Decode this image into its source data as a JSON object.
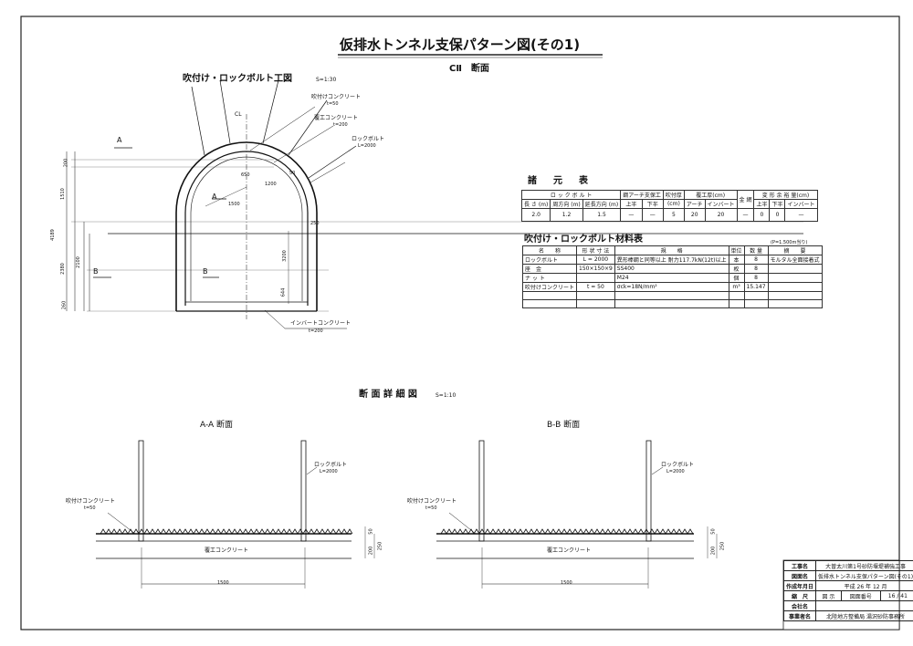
{
  "sheet_title": "仮排水トンネル支保パターン図(その1)",
  "section_label": "CⅡ　断面",
  "top_drawing": {
    "title": "吹付け・ロックボルト工図",
    "scale": "S=1:30",
    "labels": {
      "shotcrete": "吹付けコンクリート",
      "shotcrete_t": "t=50",
      "lining": "覆工コンクリート",
      "lining_t": "t=200",
      "rockbolt": "ロックボルト",
      "rockbolt_l": "L=2000",
      "invert": "インバートコンクリート",
      "invert_t": "t=200",
      "sec_a": "A",
      "sec_b": "B",
      "cl": "CL"
    },
    "dims": {
      "d650": "650",
      "d1200": "1200",
      "d1500": "1500",
      "d1510": "1510",
      "d4189": "4189",
      "d2100": "2100",
      "d2380": "2380",
      "d3200": "3200",
      "d644": "644",
      "d260": "260",
      "d200": "200",
      "d250": "250",
      "d50": "50"
    }
  },
  "spec_table": {
    "title": "諸　元　表",
    "h_rockbolt": "ロ ッ ク ボ ル ト",
    "h_steel": "鋼アーチ支保工",
    "h_shot": "吹付厚",
    "h_lining": "覆工厚(cm)",
    "h_mesh": "金 網",
    "h_deform": "変 形 余 裕 量(cm)",
    "sub": [
      "長 さ (m)",
      "周方向 (m)",
      "延長方向 (m)",
      "上半",
      "下半",
      "(cm)",
      "アーチ",
      "インバート",
      "",
      "上半",
      "下半",
      "インバート"
    ],
    "vals": [
      "2.0",
      "1.2",
      "1.5",
      "—",
      "—",
      "5",
      "20",
      "20",
      "—",
      "0",
      "0",
      "—"
    ]
  },
  "material_table": {
    "title": "吹付け・ロックボルト材料表",
    "note": "(P=1.500m当り)",
    "headers": [
      "名　　称",
      "形 状 寸 法",
      "規　　格",
      "単位",
      "数 量",
      "摘　　要"
    ],
    "rows": [
      [
        "ロックボルト",
        "L = 2000",
        "異形棒鋼と同等以上 耐力117.7kN(12t)以上",
        "本",
        "8",
        "モルタル全面接着式"
      ],
      [
        "座　金",
        "150×150×9",
        "SS400",
        "枚",
        "8",
        ""
      ],
      [
        "ナ ッ ト",
        "",
        "M24",
        "個",
        "8",
        ""
      ],
      [
        "吹付けコンクリート",
        "t = 50",
        "σck=18N/mm²",
        "m³",
        "15.147",
        ""
      ],
      [
        "",
        "",
        "",
        "",
        "",
        ""
      ],
      [
        "",
        "",
        "",
        "",
        "",
        ""
      ]
    ]
  },
  "detail": {
    "title": "断 面 詳 細 図",
    "scale": "S=1:10",
    "aa_title": "A-A 断面",
    "bb_title": "B-B 断面",
    "shotcrete": "吹付けコンクリート",
    "shotcrete_t": "t=50",
    "rockbolt": "ロックボルト",
    "rockbolt_l": "L=2000",
    "lining": "覆工コンクリート",
    "dim1500": "1500",
    "dim50": "50",
    "dim200": "200",
    "dim250": "250"
  },
  "title_block": {
    "rows": [
      [
        "工事名",
        "大曽太川第1号砂防堰堤補強工事"
      ],
      [
        "図面名",
        "仮排水トンネル支保パターン図(その1)"
      ],
      [
        "作成年月日",
        "平成 26 年 12 月"
      ],
      [
        "縮　尺",
        "図 示",
        "図面番号",
        "16 / 41"
      ],
      [
        "会社名",
        ""
      ],
      [
        "事業者名",
        "北陸地方整備局 湯沢砂防事務所"
      ]
    ]
  }
}
